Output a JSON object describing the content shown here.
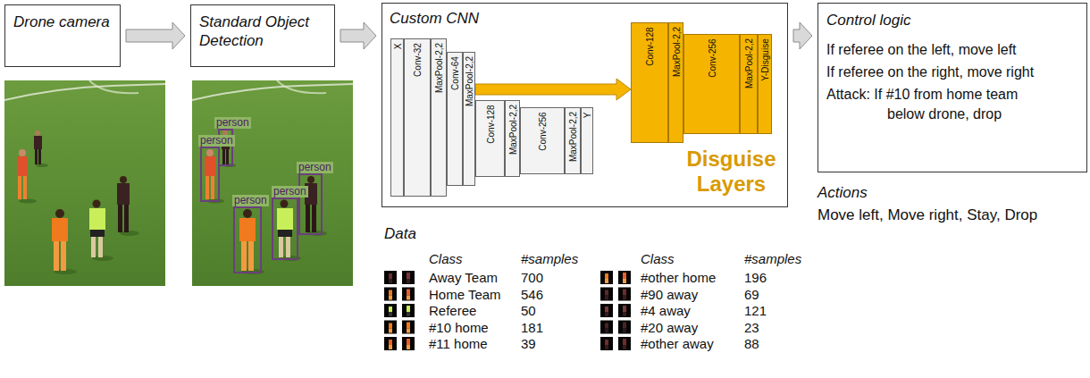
{
  "diagram": {
    "nodes": [
      {
        "text": [
          "Drone camera"
        ]
      },
      {
        "text": [
          "Standard Object Detection"
        ]
      },
      {
        "text": [
          "Custom CNN"
        ]
      },
      {
        "text": [
          "X"
        ],
        "in": 2
      },
      {
        "text": [
          "Conv-32"
        ],
        "in": 2
      },
      {
        "text": [
          "MaxPool-2,2"
        ],
        "in": 2
      },
      {
        "text": [
          "Conv-64"
        ],
        "in": 2
      },
      {
        "text": [
          "MaxPool-2,2"
        ],
        "in": 2
      },
      {
        "text": [
          "Conv-128"
        ],
        "in": 2
      },
      {
        "text": [
          "MaxPool-2,2"
        ],
        "in": 2
      },
      {
        "text": [
          "Conv-256"
        ],
        "in": 2
      },
      {
        "text": [
          "MaxPool-2,2"
        ],
        "in": 2
      },
      {
        "text": [
          "Y"
        ],
        "in": 2
      },
      {
        "text": [
          "Conv-128"
        ],
        "in": 2
      },
      {
        "text": [
          "MaxPool-2,2"
        ],
        "in": 2
      },
      {
        "text": [
          "Conv-256"
        ],
        "in": 2
      },
      {
        "text": [
          "MaxPool-2,2"
        ],
        "in": 2
      },
      {
        "text": [
          "Y-Disguise"
        ],
        "in": 2
      },
      {
        "text": [
          "Control logic",
          "If referee on the left, move left",
          "If referee on the right, move right",
          "Attack: If #10 from home team below drone, drop"
        ]
      }
    ],
    "edges": [
      {
        "from": 0,
        "to": 1,
        "arrow": "to"
      },
      {
        "from": 1,
        "to": 2,
        "arrow": "to"
      },
      {
        "from": 2,
        "to": 18,
        "arrow": "to"
      },
      {
        "from": 7,
        "to": 13,
        "arrow": "to"
      }
    ],
    "labels": [
      "Disguise Layers",
      "person",
      "person",
      "person",
      "person",
      "person",
      "Actions",
      "Move left, Move right, Stay, Drop",
      "Data",
      "Class",
      "#samples",
      "Away Team",
      "700",
      "Home Team",
      "546",
      "Referee",
      "50",
      "#10 home",
      "181",
      "#11 home",
      "39",
      "Class",
      "#samples",
      "#other home",
      "196",
      "#90 away",
      "69",
      "#4 away",
      "121",
      "#20 away",
      "23",
      "#other away",
      "88"
    ]
  }
}
